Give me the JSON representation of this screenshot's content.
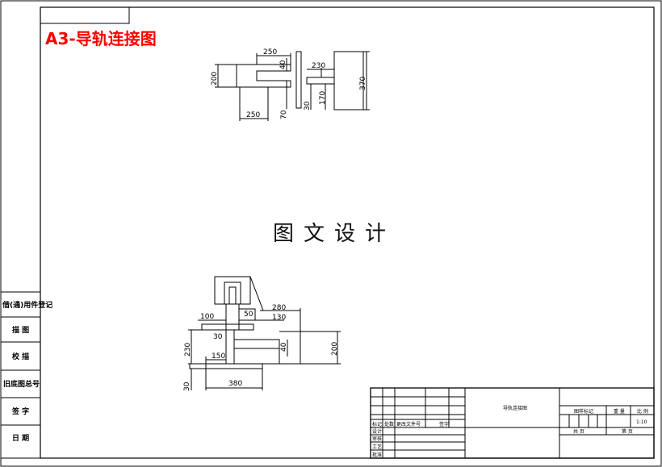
{
  "drawing_title": "A3-导轨连接图",
  "watermark": "图文设计",
  "top_view_dims": {
    "d250_top": "250",
    "d40": "40",
    "d230": "230",
    "d200_left": "200",
    "d370": "370",
    "d170": "170",
    "d30": "30",
    "d70": "70",
    "d250_bottom": "250"
  },
  "bottom_view_dims": {
    "d280": "280",
    "d100": "100",
    "d50": "50",
    "d130": "130",
    "d30_inner": "30",
    "d230_left": "230",
    "d40": "40",
    "d200_right": "200",
    "d150": "150",
    "d30_bottom": "30",
    "d380": "380"
  },
  "side_panel": {
    "labels": [
      "借(通)用件登记",
      "描 图",
      "校 描",
      "旧底图总号",
      "签 字",
      "日 期"
    ]
  },
  "title_block": {
    "drawing_name": "导轨连接图",
    "scale_value": "1:10",
    "left_labels": [
      "标记",
      "处数",
      "更改文件号",
      "签字",
      "设计",
      "审核",
      "工艺",
      "批准"
    ],
    "right_labels": [
      "图样标记",
      "重 量",
      "比 例",
      "共 页",
      "第 页"
    ]
  },
  "colors": {
    "title": "#ff0000",
    "line": "#000000",
    "background": "#ffffff"
  }
}
